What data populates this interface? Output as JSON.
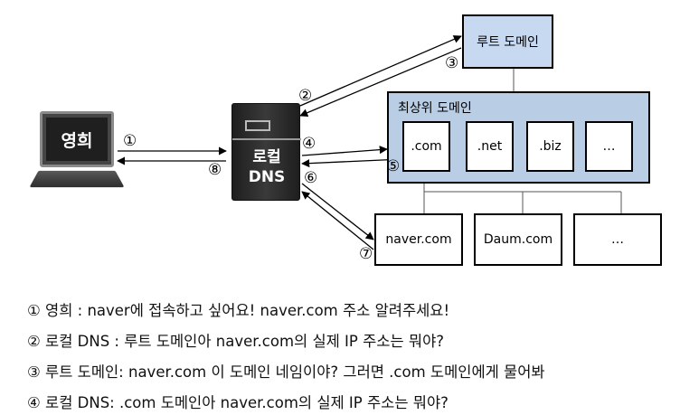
{
  "nodes": {
    "root_domain": "루트 도메인",
    "tld_group": "최상위 도메인",
    "tld_items": [
      ".com",
      ".net",
      ".biz",
      "…"
    ],
    "second_level": [
      "naver.com",
      "Daum.com",
      "…"
    ],
    "local_dns": [
      "로컬",
      "DNS"
    ],
    "laptop_user": "영희"
  },
  "steps": [
    "①",
    "②",
    "③",
    "④",
    "⑤",
    "⑥",
    "⑦",
    "⑧"
  ],
  "notes": [
    "① 영희 : naver에 접속하고 싶어요! naver.com 주소 알려주세요!",
    "② 로컬 DNS : 루트 도메인아 naver.com의 실제 IP 주소는 뭐야?",
    "③ 루트 도메인: naver.com 이 도메인 네임이야? 그러면 .com 도메인에게 물어봐",
    "④ 로컬 DNS: .com 도메인아 naver.com의 실제 IP 주소는 뭐야?"
  ],
  "colors": {
    "box_fill": "#c6d9f1",
    "tld_group_fill": "#b9cde5",
    "laptop_body": "#3b3b3b",
    "server_body": "#2c2c2c"
  }
}
